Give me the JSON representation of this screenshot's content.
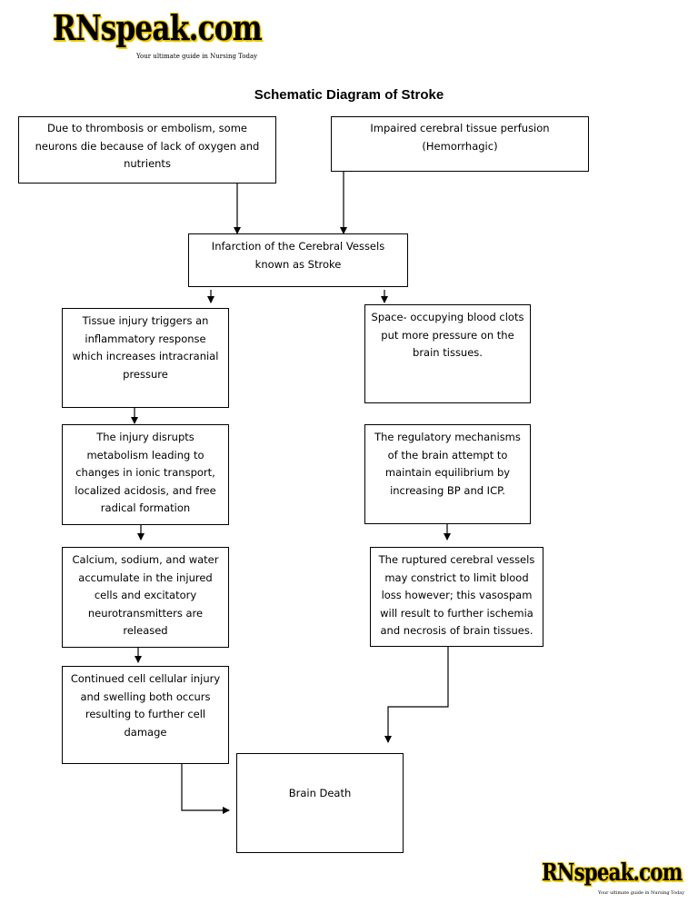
{
  "logo": {
    "brand": "RNspeak.com",
    "tagline": "Your ultimate guide in Nursing Today"
  },
  "title": "Schematic Diagram of Stroke",
  "boxes": {
    "thrombosis": "Due to thrombosis or embolism, some neurons die because of lack of oxygen and nutrients",
    "impaired": "Impaired cerebral tissue perfusion (Hemorrhagic)",
    "infarction": "Infarction of the Cerebral Vessels known as Stroke",
    "tissue_injury": "Tissue injury triggers an inflammatory response which increases intracranial pressure",
    "space_occupying": "Space- occupying blood clots put more pressure on the brain tissues.",
    "metabolism": "The injury disrupts metabolism leading to changes in ionic transport, localized acidosis, and free radical formation",
    "regulatory": "The regulatory mechanisms of the brain attempt to maintain equilibrium by increasing BP and ICP.",
    "calcium": "Calcium, sodium, and water accumulate in the injured cells and excitatory neurotransmitters are released",
    "ruptured": "The ruptured cerebral vessels may constrict to limit blood loss however; this vasospam will result to further ischemia and necrosis of brain tissues.",
    "continued": "Continued cell cellular injury and swelling both occurs resulting to further cell damage",
    "brain_death": "Brain Death"
  },
  "colors": {
    "line": "#000000",
    "logo_outline": "#e8c300"
  }
}
